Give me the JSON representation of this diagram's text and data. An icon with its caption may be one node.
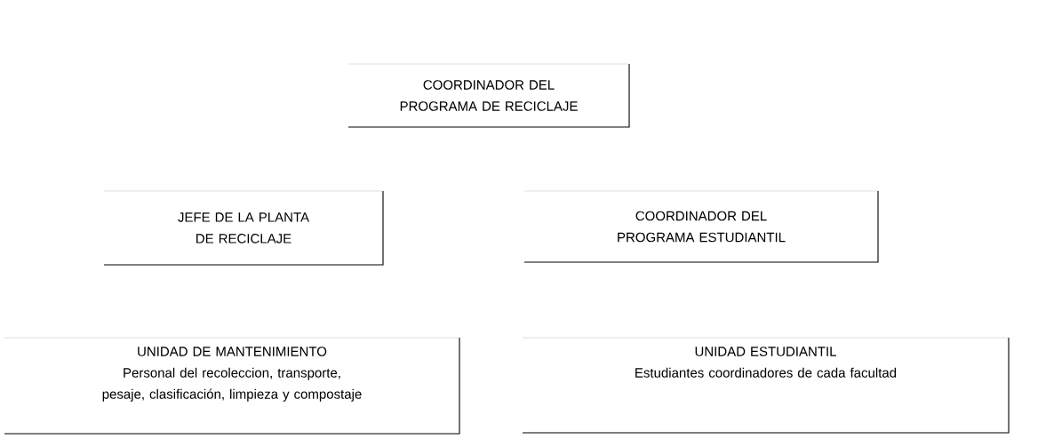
{
  "diagram": {
    "nodes": [
      {
        "text": [
          "COORDINADOR DEL PROGRAMA DE RECICLAJE"
        ]
      },
      {
        "text": [
          "JEFE DE LA PLANTA DE RECICLAJE"
        ]
      },
      {
        "text": [
          "COORDINADOR DEL PROGRAMA ESTUDIANTIL"
        ]
      },
      {
        "text": [
          "UNIDAD DE MANTENIMIENTO",
          "Personal del recoleccion, transporte, pesaje, clasificación, limpieza y compostaje"
        ]
      },
      {
        "text": [
          "UNIDAD ESTUDIANTIL",
          "Estudiantes coordinadores de cada facultad"
        ]
      }
    ]
  }
}
